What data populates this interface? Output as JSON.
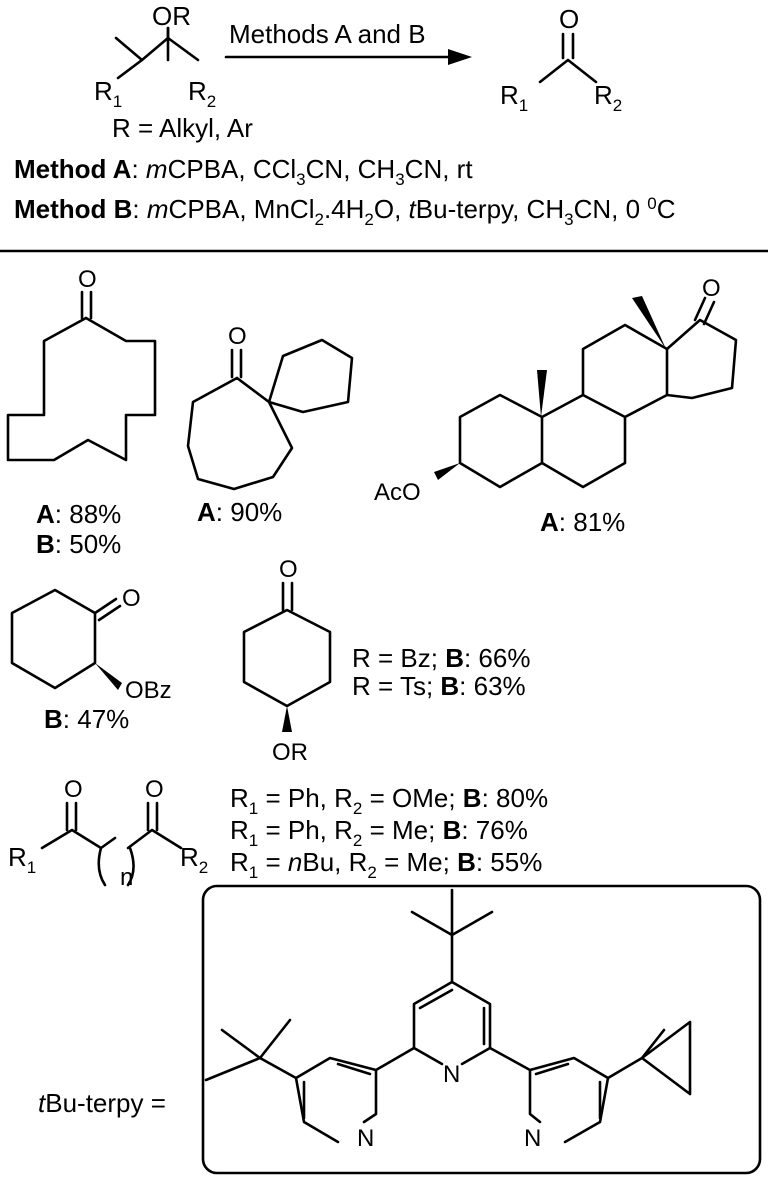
{
  "reaction": {
    "substrate_group": "OR",
    "r1": "R",
    "r1_sub": "1",
    "r2": "R",
    "r2_sub": "2",
    "r_definition": "R = Alkyl, Ar",
    "arrow_label": "Methods A and B",
    "product_o": "O",
    "product_r1": "R",
    "product_r1_sub": "1",
    "product_r2": "R",
    "product_r2_sub": "2"
  },
  "methods": {
    "a_label": "Method A",
    "a_p1": ": ",
    "a_p2": "m",
    "a_p3": "CPBA, CCl",
    "a_p4": "3",
    "a_p5": "CN, CH",
    "a_p6": "3",
    "a_p7": "CN, rt",
    "b_label": "Method B",
    "b_p1": ": ",
    "b_p2": "m",
    "b_p3": "CPBA, MnCl",
    "b_p4": "2",
    "b_p5": ".4H",
    "b_p6": "2",
    "b_p7": "O, ",
    "b_p8": "t",
    "b_p9": "Bu-terpy, CH",
    "b_p10": "3",
    "b_p11": "CN, 0 ",
    "b_p12": "0",
    "b_p13": "C"
  },
  "products": {
    "cyclododecanone": {
      "o": "O",
      "a_label": "A",
      "a_yield": ": 88%",
      "b_label": "B",
      "b_yield": ": 50%"
    },
    "spiro_ketone": {
      "o": "O",
      "a_label": "A",
      "a_yield": ": 90%"
    },
    "steroid": {
      "o": "O",
      "aco": "AcO",
      "a_label": "A",
      "a_yield": ": 81%"
    },
    "cyclohexanone_obz": {
      "o": "O",
      "obz": "OBz",
      "b_label": "B",
      "b_yield": ": 47%"
    },
    "cyclohexanone_or": {
      "o": "O",
      "or": "OR",
      "row1_pre": "R = Bz; ",
      "row1_b": "B",
      "row1_post": ": 66%",
      "row2_pre": "R = Ts; ",
      "row2_b": "B",
      "row2_post": ": 63%"
    },
    "diketone": {
      "o1": "O",
      "o2": "O",
      "r1": "R",
      "r1_sub": "1",
      "r2": "R",
      "r2_sub": "2",
      "n": "n",
      "rows": [
        {
          "a": "R",
          "b": "1",
          "c": " = Ph, R",
          "d": "2",
          "e": " = OMe; ",
          "f": "B",
          "g": ": 80%"
        },
        {
          "a": "R",
          "b": "1",
          "c": " = Ph, R",
          "d": "2",
          "e": " = Me; ",
          "f": "B",
          "g": ": 76%"
        },
        {
          "a": "R",
          "b": "1",
          "c": " = ",
          "h": "n",
          "i": "Bu, R",
          "d": "2",
          "e": " = Me; ",
          "f": "B",
          "g": ": 55%"
        }
      ]
    }
  },
  "ligand": {
    "label_italic": "t",
    "label_rest": "Bu-terpy =",
    "n": "N"
  }
}
